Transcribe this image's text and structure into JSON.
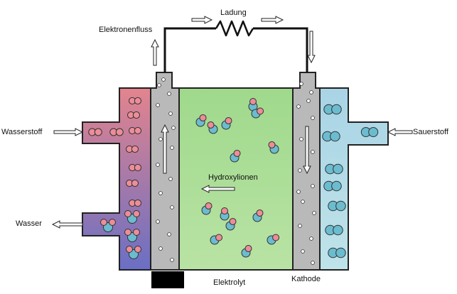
{
  "labels": {
    "load": "Ladung",
    "electron_flow": "Elektronenfluss",
    "hydrogen": "Wasserstoff",
    "water": "Wasser",
    "oxygen": "Sauerstoff",
    "hydroxyl_ions": "Hydroxylionen",
    "electrolyte": "Elektrolyt",
    "cathode": "Kathode"
  },
  "colors": {
    "anode_top": "#e3848e",
    "anode_bottom": "#6a6fc4",
    "electrode": "#b9b9b9",
    "electrolyte": "#a8dc93",
    "cathode_chamber": "#a8d5e2",
    "hydrogen_atom": "#ec8d97",
    "oxygen_atom": "#6bbccf",
    "terminal_block": "#000000"
  },
  "icons": {
    "resistor": "resistor-zigzag-icon",
    "arrow": "hollow-arrow-icon"
  }
}
